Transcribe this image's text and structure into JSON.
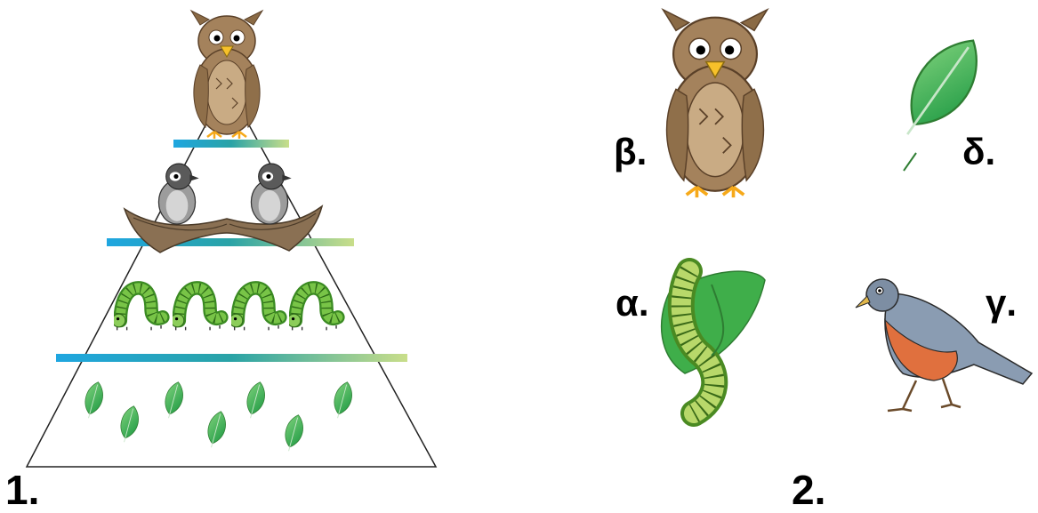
{
  "figure1": {
    "number": "1.",
    "levels": [
      "owl",
      "birds",
      "caterpillars",
      "leaves"
    ],
    "counts": {
      "owl": 1,
      "birds": 2,
      "caterpillars": 4,
      "leaves": 7
    }
  },
  "figure2": {
    "number": "2.",
    "options": [
      {
        "letter": "β.",
        "organism": "owl"
      },
      {
        "letter": "δ.",
        "organism": "leaf"
      },
      {
        "letter": "α.",
        "organism": "caterpillar on leaf"
      },
      {
        "letter": "γ.",
        "organism": "bird"
      }
    ]
  },
  "colors": {
    "band_start": "#1fa6e0",
    "band_end": "#c9de8a",
    "leaf": "#3fae4a",
    "owl": "#a4825c",
    "bird_breast": "#e0703e",
    "bird_back": "#8a9cb2",
    "caterpillar": "#6cb43c"
  },
  "icons": [
    "owl-icon",
    "bird-icon",
    "caterpillar-icon",
    "leaf-icon",
    "nest-icon"
  ]
}
